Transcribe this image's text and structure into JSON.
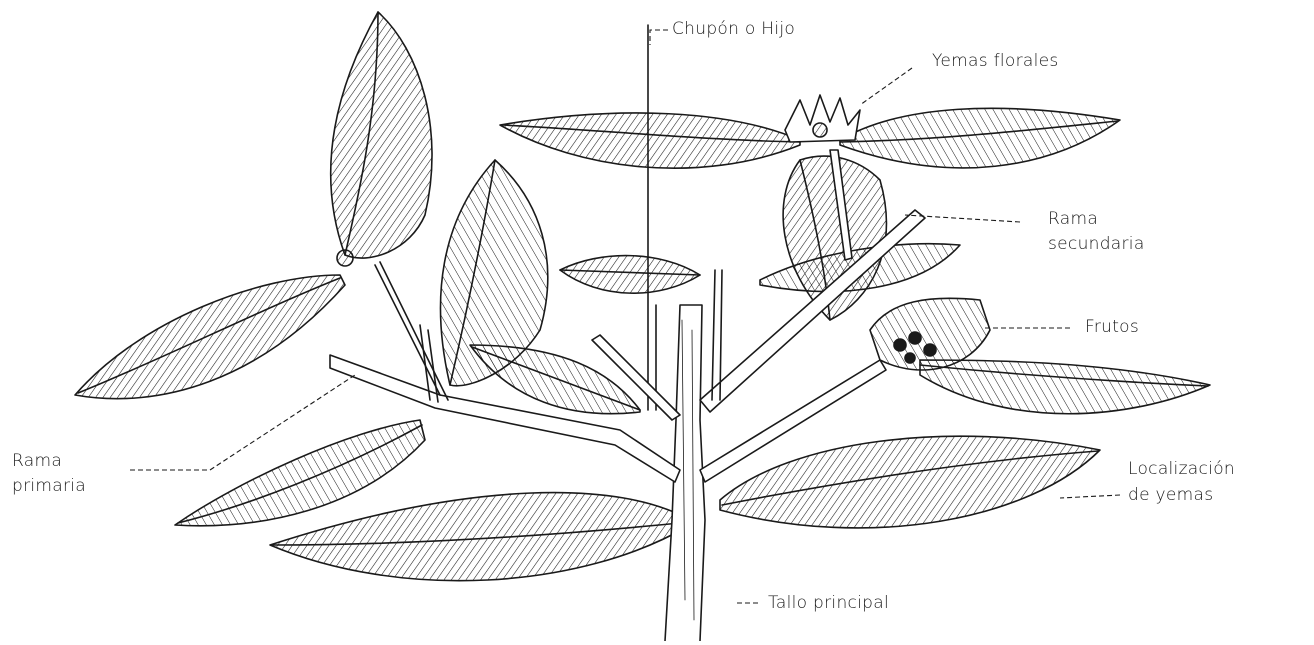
{
  "diagram": {
    "labels": {
      "chupon": "Chupón o Hijo",
      "yemas_florales": "Yemas florales",
      "rama_secundaria_1": "Rama",
      "rama_secundaria_2": "secundaria",
      "frutos": "Frutos",
      "rama_primaria_1": "Rama",
      "rama_primaria_2": "primaria",
      "localizacion_1": "Localización",
      "localizacion_2": "de yemas",
      "tallo_principal": "Tallo principal"
    },
    "colors": {
      "ink": "#1a1a1a",
      "background": "#ffffff"
    }
  }
}
